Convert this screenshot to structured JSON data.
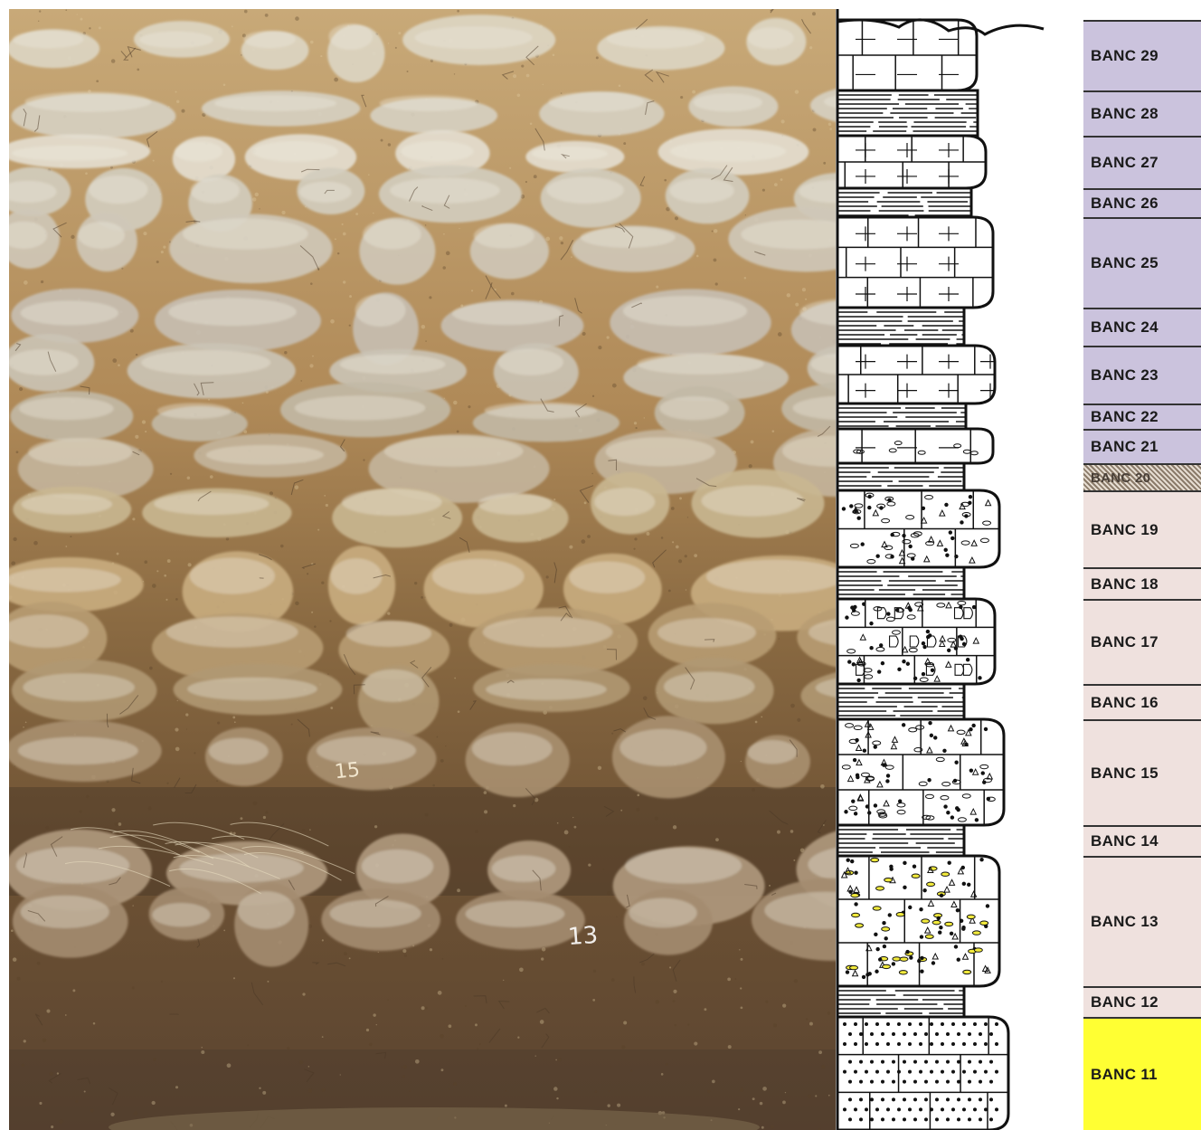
{
  "photo": {
    "icon": "outcrop-photo",
    "bed_markings": [
      "15",
      "13"
    ]
  },
  "colors": {
    "upper_beds": "#cbc3dd",
    "middle_beds": "#efe1de",
    "basal_bed": "#ffff33",
    "hatched_bed": "#bdb2a6",
    "outline": "#111111",
    "grain_yellow": "#f2ea3c"
  },
  "beds": [
    {
      "label": "BANC 29",
      "lithology": "limestone-silty",
      "fill": "upper"
    },
    {
      "label": "BANC 28",
      "lithology": "marl",
      "fill": "upper"
    },
    {
      "label": "BANC 27",
      "lithology": "limestone",
      "fill": "upper"
    },
    {
      "label": "BANC 26",
      "lithology": "marl",
      "fill": "upper"
    },
    {
      "label": "BANC 25",
      "lithology": "limestone",
      "fill": "upper"
    },
    {
      "label": "BANC 24",
      "lithology": "marl",
      "fill": "upper"
    },
    {
      "label": "BANC 23",
      "lithology": "limestone",
      "fill": "upper"
    },
    {
      "label": "BANC 22",
      "lithology": "marl",
      "fill": "upper"
    },
    {
      "label": "BANC 21",
      "lithology": "limestone-silty-clasts",
      "fill": "upper"
    },
    {
      "label": "BANC 20",
      "lithology": "marl",
      "fill": "hatched"
    },
    {
      "label": "BANC 19",
      "lithology": "conglomeratic",
      "fill": "middle"
    },
    {
      "label": "BANC 18",
      "lithology": "marl",
      "fill": "middle"
    },
    {
      "label": "BANC 17",
      "lithology": "conglomeratic-coarse",
      "fill": "middle"
    },
    {
      "label": "BANC 16",
      "lithology": "marl",
      "fill": "middle"
    },
    {
      "label": "BANC 15",
      "lithology": "conglomeratic",
      "fill": "middle"
    },
    {
      "label": "BANC 14",
      "lithology": "marl",
      "fill": "middle"
    },
    {
      "label": "BANC 13",
      "lithology": "conglomeratic-yellow",
      "fill": "middle"
    },
    {
      "label": "BANC 12",
      "lithology": "marl",
      "fill": "middle"
    },
    {
      "label": "BANC 11",
      "lithology": "sandstone",
      "fill": "basal"
    }
  ]
}
